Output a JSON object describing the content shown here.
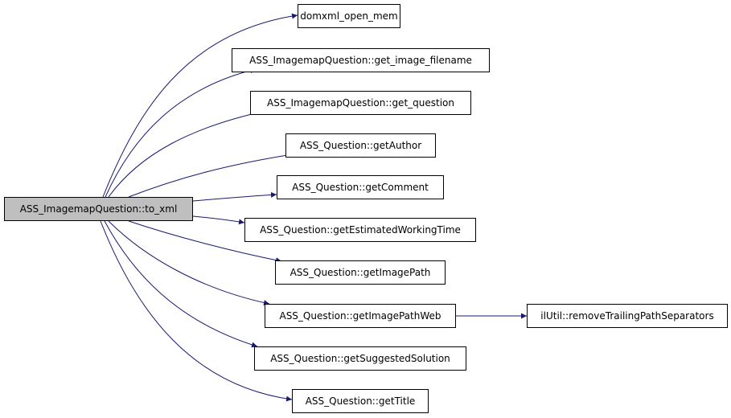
{
  "graph": {
    "type": "call-graph",
    "colors": {
      "edge": "#191970",
      "node_border": "#000000",
      "node_fill": "#ffffff",
      "root_fill": "#bfbfbf"
    },
    "nodes": [
      {
        "id": "to_xml",
        "label": "ASS_ImagemapQuestion::to_xml",
        "root": true
      },
      {
        "id": "domxml_open_mem",
        "label": "domxml_open_mem"
      },
      {
        "id": "get_image_filename",
        "label": "ASS_ImagemapQuestion::get_image_filename"
      },
      {
        "id": "get_question",
        "label": "ASS_ImagemapQuestion::get_question"
      },
      {
        "id": "getAuthor",
        "label": "ASS_Question::getAuthor"
      },
      {
        "id": "getComment",
        "label": "ASS_Question::getComment"
      },
      {
        "id": "getEstimatedWorkingTime",
        "label": "ASS_Question::getEstimatedWorkingTime"
      },
      {
        "id": "getImagePath",
        "label": "ASS_Question::getImagePath"
      },
      {
        "id": "getImagePathWeb",
        "label": "ASS_Question::getImagePathWeb"
      },
      {
        "id": "getSuggestedSolution",
        "label": "ASS_Question::getSuggestedSolution"
      },
      {
        "id": "getTitle",
        "label": "ASS_Question::getTitle"
      },
      {
        "id": "removeTrailingPathSeparators",
        "label": "ilUtil::removeTrailingPathSeparators"
      }
    ],
    "edges": [
      {
        "from": "to_xml",
        "to": "domxml_open_mem"
      },
      {
        "from": "to_xml",
        "to": "get_image_filename"
      },
      {
        "from": "to_xml",
        "to": "get_question"
      },
      {
        "from": "to_xml",
        "to": "getAuthor"
      },
      {
        "from": "to_xml",
        "to": "getComment"
      },
      {
        "from": "to_xml",
        "to": "getEstimatedWorkingTime"
      },
      {
        "from": "to_xml",
        "to": "getImagePath"
      },
      {
        "from": "to_xml",
        "to": "getImagePathWeb"
      },
      {
        "from": "to_xml",
        "to": "getSuggestedSolution"
      },
      {
        "from": "to_xml",
        "to": "getTitle"
      },
      {
        "from": "getImagePathWeb",
        "to": "removeTrailingPathSeparators"
      }
    ]
  }
}
